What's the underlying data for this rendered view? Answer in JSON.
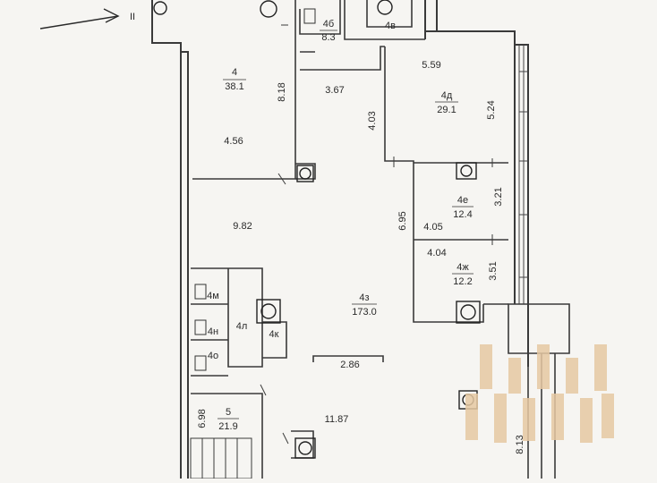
{
  "marker": {
    "roman": "II"
  },
  "rooms": [
    {
      "id": "4",
      "number": "4",
      "area": "38.1"
    },
    {
      "id": "4b",
      "number": "4б",
      "area": "8.3"
    },
    {
      "id": "4v",
      "number": "4в",
      "area": ""
    },
    {
      "id": "4d",
      "number": "4д",
      "area": "29.1"
    },
    {
      "id": "4e",
      "number": "4е",
      "area": "12.4"
    },
    {
      "id": "4zh",
      "number": "4ж",
      "area": "12.2"
    },
    {
      "id": "4z",
      "number": "4з",
      "area": "173.0"
    },
    {
      "id": "4k",
      "number": "4к",
      "area": ""
    },
    {
      "id": "4l",
      "number": "4л",
      "area": ""
    },
    {
      "id": "4m",
      "number": "4м",
      "area": ""
    },
    {
      "id": "4n",
      "number": "4н",
      "area": ""
    },
    {
      "id": "4o",
      "number": "4о",
      "area": ""
    },
    {
      "id": "5",
      "number": "5",
      "area": "21.9"
    }
  ],
  "dimensions": [
    "5.59",
    "3.67",
    "8.18",
    "5.24",
    "4.03",
    "4.56",
    "3.21",
    "6.95",
    "4.05",
    "9.82",
    "4.04",
    "3.51",
    "2.86",
    "6.98",
    "11.87",
    "8.13"
  ],
  "colors": {
    "wall": "#3a3a3a",
    "window": "#444444",
    "watermark": "#e6c9a3"
  }
}
